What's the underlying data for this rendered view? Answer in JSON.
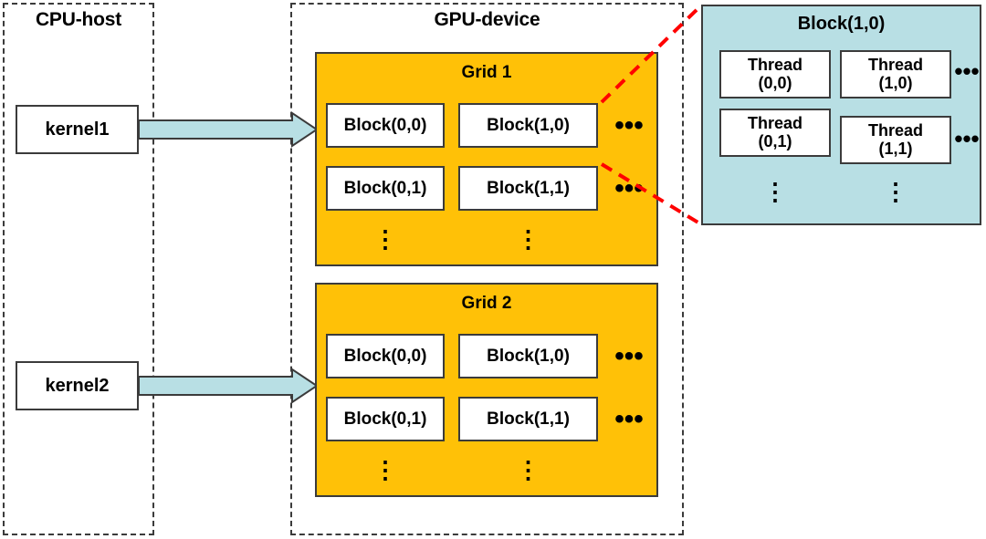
{
  "regions": {
    "host": {
      "label": "CPU-host"
    },
    "device": {
      "label": "GPU-device"
    }
  },
  "host": {
    "kernels": [
      {
        "label": "kernel1"
      },
      {
        "label": "kernel2"
      }
    ],
    "arrows": [
      {
        "name": "kernel1-to-grid1"
      },
      {
        "name": "kernel2-to-grid2"
      }
    ]
  },
  "device": {
    "grids": [
      {
        "title": "Grid 1",
        "rows": [
          {
            "cells": [
              "Block(0,0)",
              "Block(1,0)"
            ],
            "trailing": "•••"
          },
          {
            "cells": [
              "Block(0,1)",
              "Block(1,1)"
            ],
            "trailing": "•••"
          }
        ],
        "column_continuation": [
          "⋮",
          "⋮"
        ]
      },
      {
        "title": "Grid 2",
        "rows": [
          {
            "cells": [
              "Block(0,0)",
              "Block(1,0)"
            ],
            "trailing": "•••"
          },
          {
            "cells": [
              "Block(0,1)",
              "Block(1,1)"
            ],
            "trailing": "•••"
          }
        ],
        "column_continuation": [
          "⋮",
          "⋮"
        ]
      }
    ]
  },
  "detail": {
    "title": "Block(1,0)",
    "source_cell": "Block(1,0)",
    "source_grid": "Grid 1",
    "rows": [
      {
        "cells": [
          {
            "name": "Thread",
            "index": "(0,0)"
          },
          {
            "name": "Thread",
            "index": "(1,0)"
          }
        ],
        "trailing": "•••"
      },
      {
        "cells": [
          {
            "name": "Thread",
            "index": "(0,1)"
          },
          {
            "name": "Thread",
            "index": "(1,1)"
          }
        ],
        "trailing": "•••"
      }
    ],
    "column_continuation": [
      "⋮",
      "⋮"
    ]
  },
  "colors": {
    "grid_fill": "#FFC107",
    "detail_fill": "#B8DFE4",
    "arrow_fill": "#B8DFE4",
    "outline": "#3b3b3b",
    "callout": "#FF0000",
    "cell_fill": "#FFFFFF"
  }
}
